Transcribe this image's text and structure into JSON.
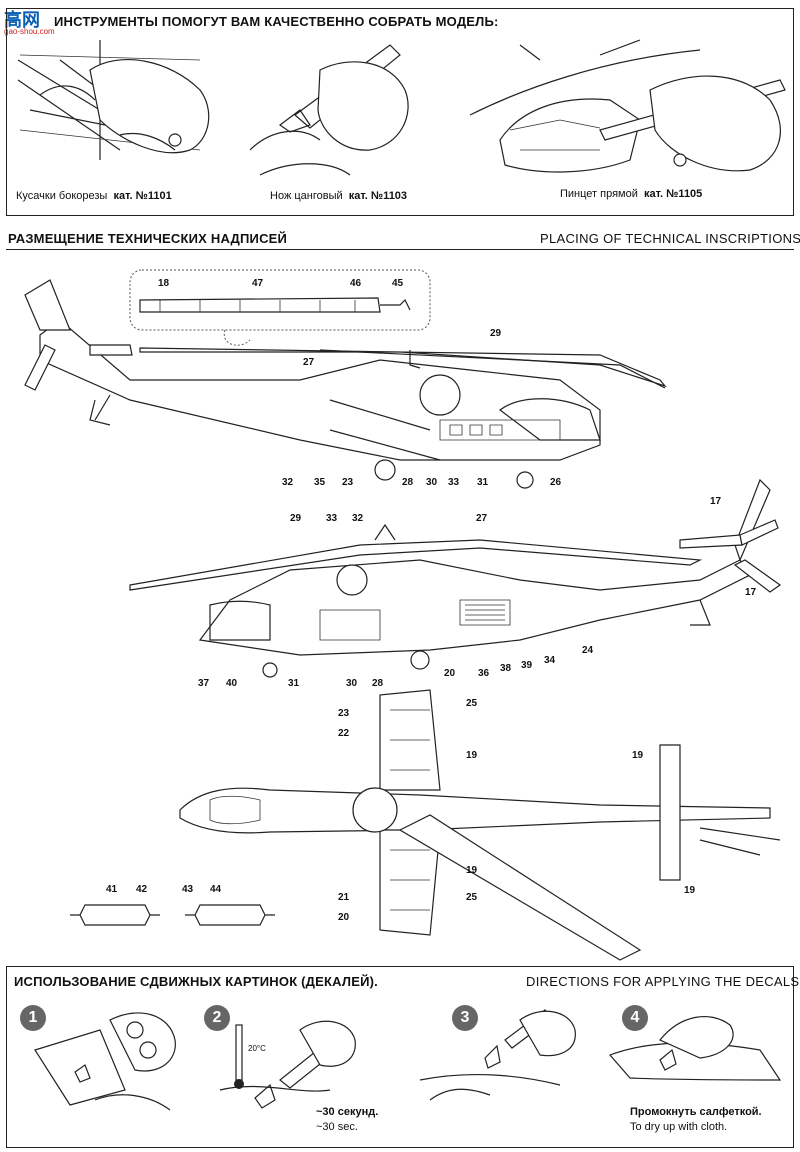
{
  "watermark": {
    "chars": "高",
    "sub": "gao-shou.com",
    "letter": "网"
  },
  "tools": {
    "title": "ИНСТРУМЕНТЫ ПОМОГУТ ВАМ КАЧЕСТВЕННО СОБРАТЬ МОДЕЛЬ:",
    "items": [
      {
        "name": "Кусачки бокорезы",
        "cat": "кат. №1101"
      },
      {
        "name": "Нож цанговый",
        "cat": "кат. №1103"
      },
      {
        "name": "Пинцет прямой",
        "cat": "кат. №1105"
      }
    ]
  },
  "placing": {
    "title_ru": "РАЗМЕЩЕНИЕ ТЕХНИЧЕСКИХ НАДПИСЕЙ",
    "title_en": "PLACING OF TECHNICAL INSCRIPTIONS",
    "side1_labels": [
      "18",
      "47",
      "46",
      "45",
      "29",
      "27",
      "32",
      "35",
      "23",
      "28",
      "30",
      "33",
      "31",
      "26"
    ],
    "side2_labels": [
      "17",
      "17",
      "29",
      "33",
      "32",
      "27",
      "24",
      "37",
      "40",
      "31",
      "30",
      "28",
      "20",
      "36",
      "38",
      "39",
      "34"
    ],
    "top_labels": [
      "23",
      "22",
      "25",
      "19",
      "19",
      "19",
      "21",
      "20",
      "25",
      "19"
    ],
    "pods_labels": [
      "41",
      "42",
      "43",
      "44"
    ]
  },
  "decals": {
    "title_ru": "ИСПОЛЬЗОВАНИЕ СДВИЖНЫХ КАРТИНОК (ДЕКАЛЕЙ).",
    "title_en": "DIRECTIONS  FOR APPLYING THE DECALS",
    "steps": [
      "1",
      "2",
      "3",
      "4"
    ],
    "temp": "20°C",
    "step2_ru": "~30 секунд.",
    "step2_en": "~30 sec.",
    "step4_ru": "Промокнуть салфеткой.",
    "step4_en": "To dry up with cloth."
  }
}
